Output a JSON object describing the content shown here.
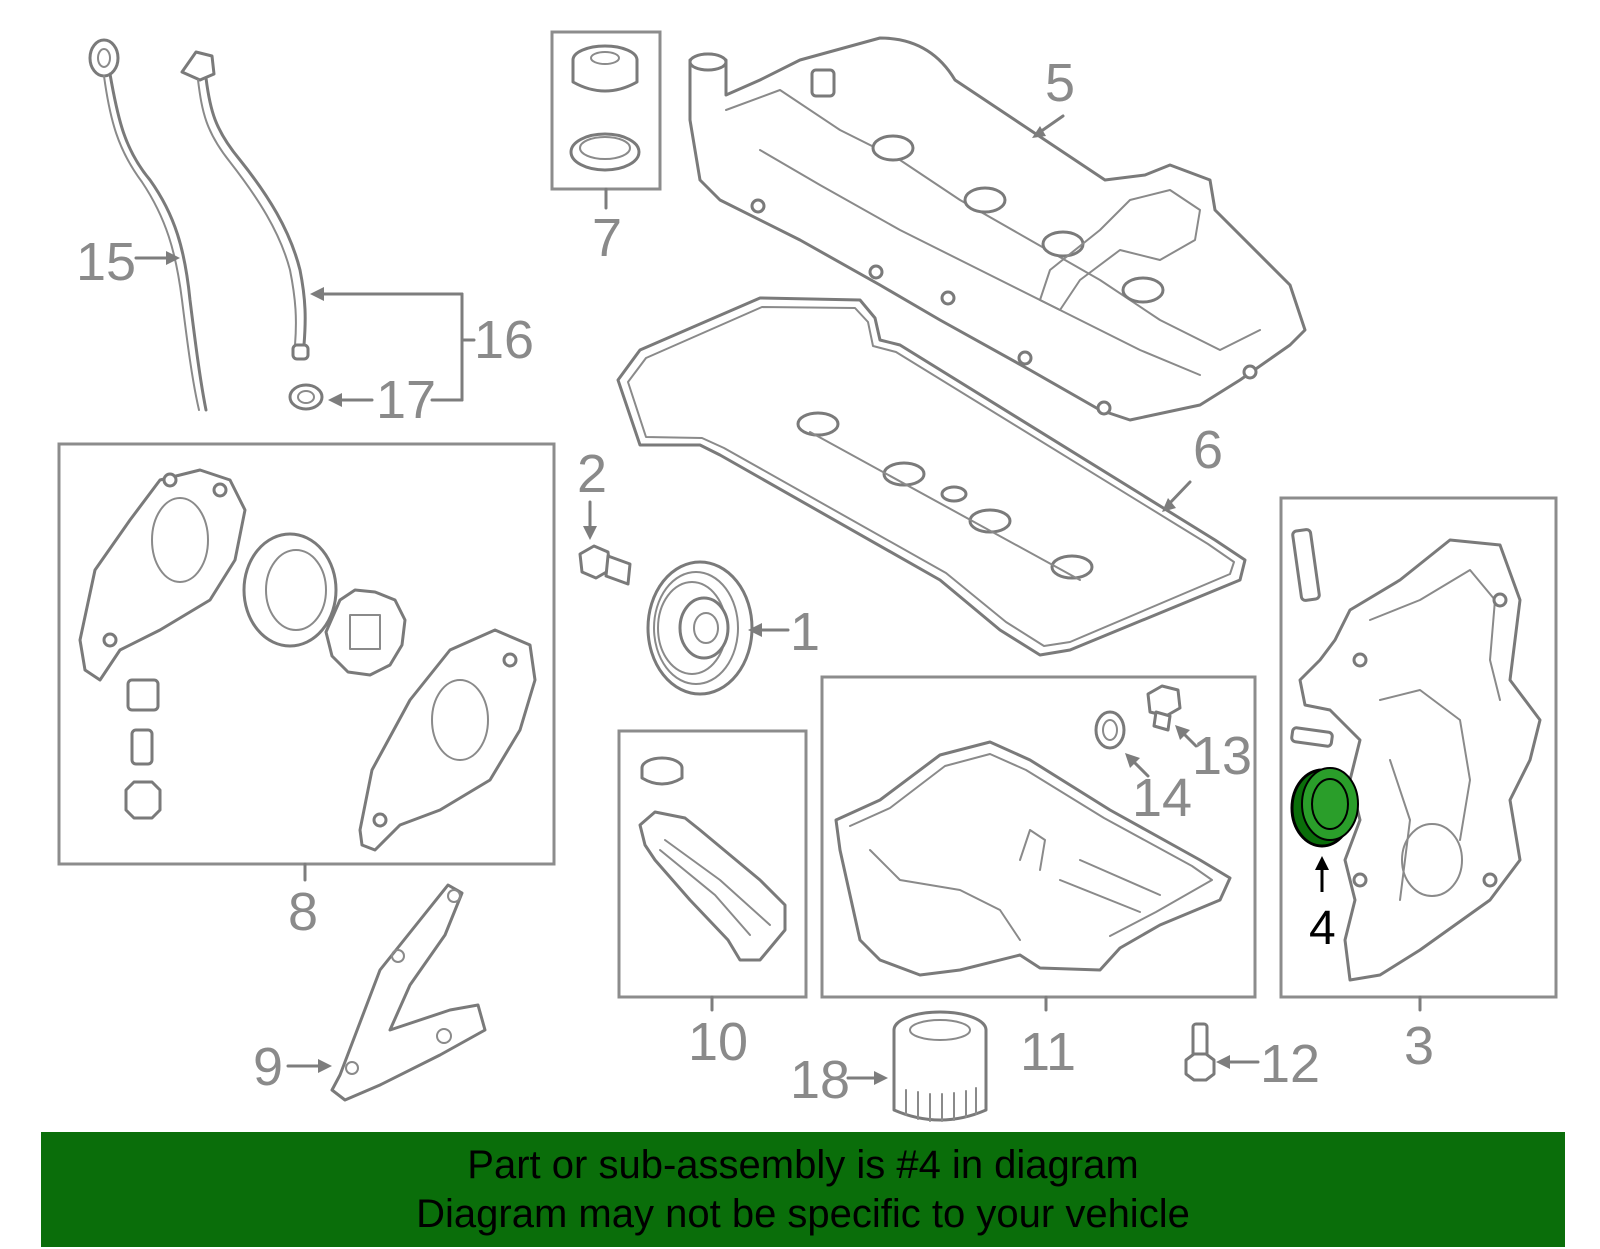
{
  "callouts": {
    "c1": "1",
    "c2": "2",
    "c3": "3",
    "c4": "4",
    "c5": "5",
    "c6": "6",
    "c7": "7",
    "c8": "8",
    "c9": "9",
    "c10": "10",
    "c11": "11",
    "c12": "12",
    "c13": "13",
    "c14": "14",
    "c15": "15",
    "c16": "16",
    "c17": "17",
    "c18": "18"
  },
  "highlight": {
    "part": "4",
    "color": "#0a6e0a"
  },
  "banner": {
    "line1": "Part or sub-assembly is #4 in diagram",
    "line2": "Diagram may not be specific to your vehicle",
    "background": "#0a6e0a"
  }
}
